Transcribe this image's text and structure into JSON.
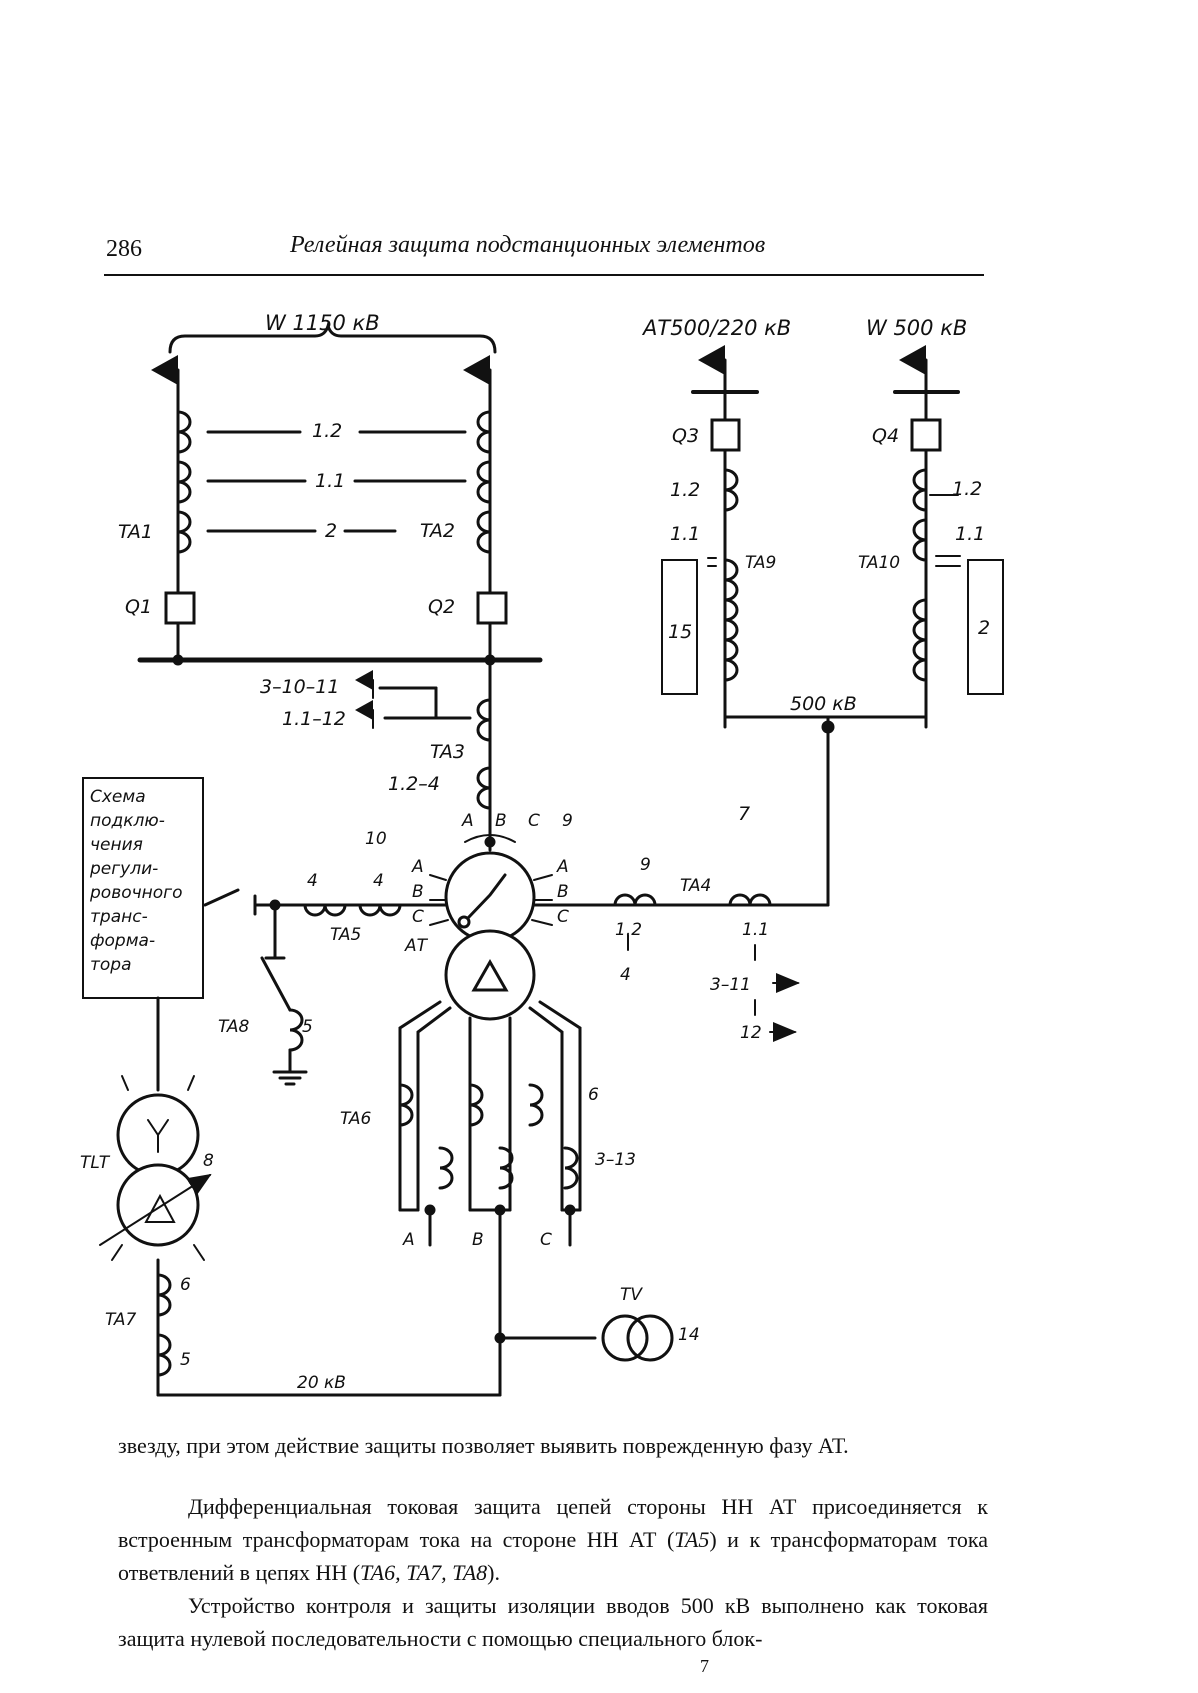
{
  "header": {
    "page_number": "286",
    "running_title": "Релейная защита подстанционных элементов"
  },
  "diagram": {
    "line_1150": "W 1150 кВ",
    "at_500_220": "АТ500/220 кВ",
    "line_500": "W 500 кВ",
    "bus_500": "500 кВ",
    "bus_20": "20 кВ",
    "breakers": [
      "Q1",
      "Q2",
      "Q3",
      "Q4"
    ],
    "ct_labels": [
      "TA1",
      "TA2",
      "TA3",
      "TA4",
      "TA5",
      "TA6",
      "TA7",
      "TA8",
      "TA9",
      "TA10"
    ],
    "autotransformer": "АТ",
    "regulating_transformer": "TLT",
    "voltage_transformer": "TV",
    "scheme_box_lines": [
      "Схема",
      "подклю-",
      "чения",
      "регули-",
      "ровочного",
      "транс-",
      "форма-",
      "тора"
    ],
    "box_15": "15",
    "box_2": "2",
    "phases": [
      "A",
      "B",
      "C"
    ],
    "protection_labels": {
      "l12": "1.2",
      "l11": "1.1",
      "l2": "2",
      "ta3_upper": "3–10–11",
      "ta3_mid": "1.1–12",
      "ta3_lower": "1.2–4",
      "n9": "9",
      "n7": "7",
      "n10": "10",
      "n4": "4",
      "n5": "5",
      "n6": "6",
      "n8": "8",
      "n313": "3–13",
      "n311": "3–11",
      "n12": "12",
      "n14": "14"
    }
  },
  "body": {
    "p1": "звезду, при этом действие защиты позволяет выявить поврежденную фазу АТ.",
    "p2a": "Дифференциальная токовая защита цепей стороны НН АТ присоединяется к встроенным трансформаторам тока на стороне НН АТ (",
    "p2_ta5": "TA5",
    "p2b": ") и к трансформаторам тока ответвлений в цепях НН (",
    "p2_list": "TA6, TA7, TA8",
    "p2c": ").",
    "p3": "Устройство контроля и защиты изоляции вводов 500 кВ выполнено как токовая защита нулевой последовательности с помощью специального блок-",
    "footer_mark": "7"
  }
}
